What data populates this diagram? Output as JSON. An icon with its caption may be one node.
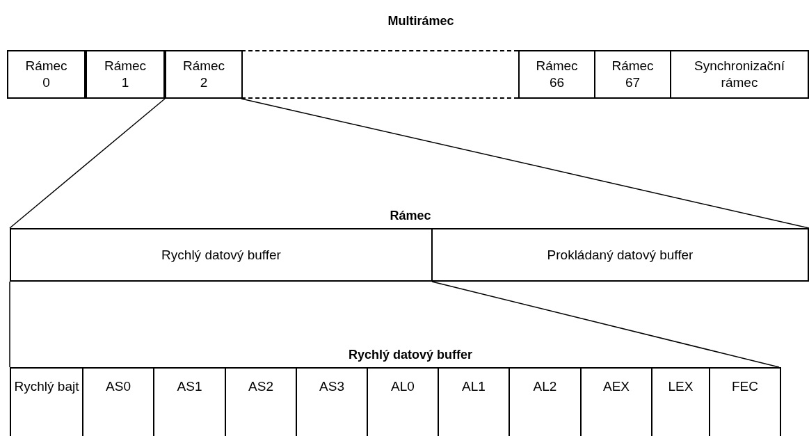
{
  "diagram": {
    "nodes": [
      {
        "text": [
          "Rámec 0"
        ]
      },
      {
        "text": [
          "Rámec 1"
        ]
      },
      {
        "text": [
          "Rámec 2"
        ]
      },
      {
        "text": [],
        "shape": "box"
      },
      {
        "text": [
          "Rámec 66"
        ]
      },
      {
        "text": [
          "Rámec 67"
        ]
      },
      {
        "text": [
          "Synchronizační rámec"
        ]
      },
      {
        "text": [
          "Rychlý datový buffer"
        ]
      },
      {
        "text": [
          "Prokládaný datový buffer"
        ]
      },
      {
        "text": [
          "Rychlý bajt"
        ]
      },
      {
        "text": [
          "AS0"
        ]
      },
      {
        "text": [
          "AS1"
        ]
      },
      {
        "text": [
          "AS2"
        ]
      },
      {
        "text": [
          "AS3"
        ]
      },
      {
        "text": [
          "AL0"
        ]
      },
      {
        "text": [
          "AL1"
        ]
      },
      {
        "text": [
          "AL2"
        ]
      },
      {
        "text": [
          "AEX"
        ]
      },
      {
        "text": [
          "LEX"
        ]
      },
      {
        "text": [
          "FEC"
        ]
      }
    ],
    "edges": [],
    "labels": [
      "Multirámec",
      "Rámec",
      "Rychlý datový buffer"
    ]
  }
}
